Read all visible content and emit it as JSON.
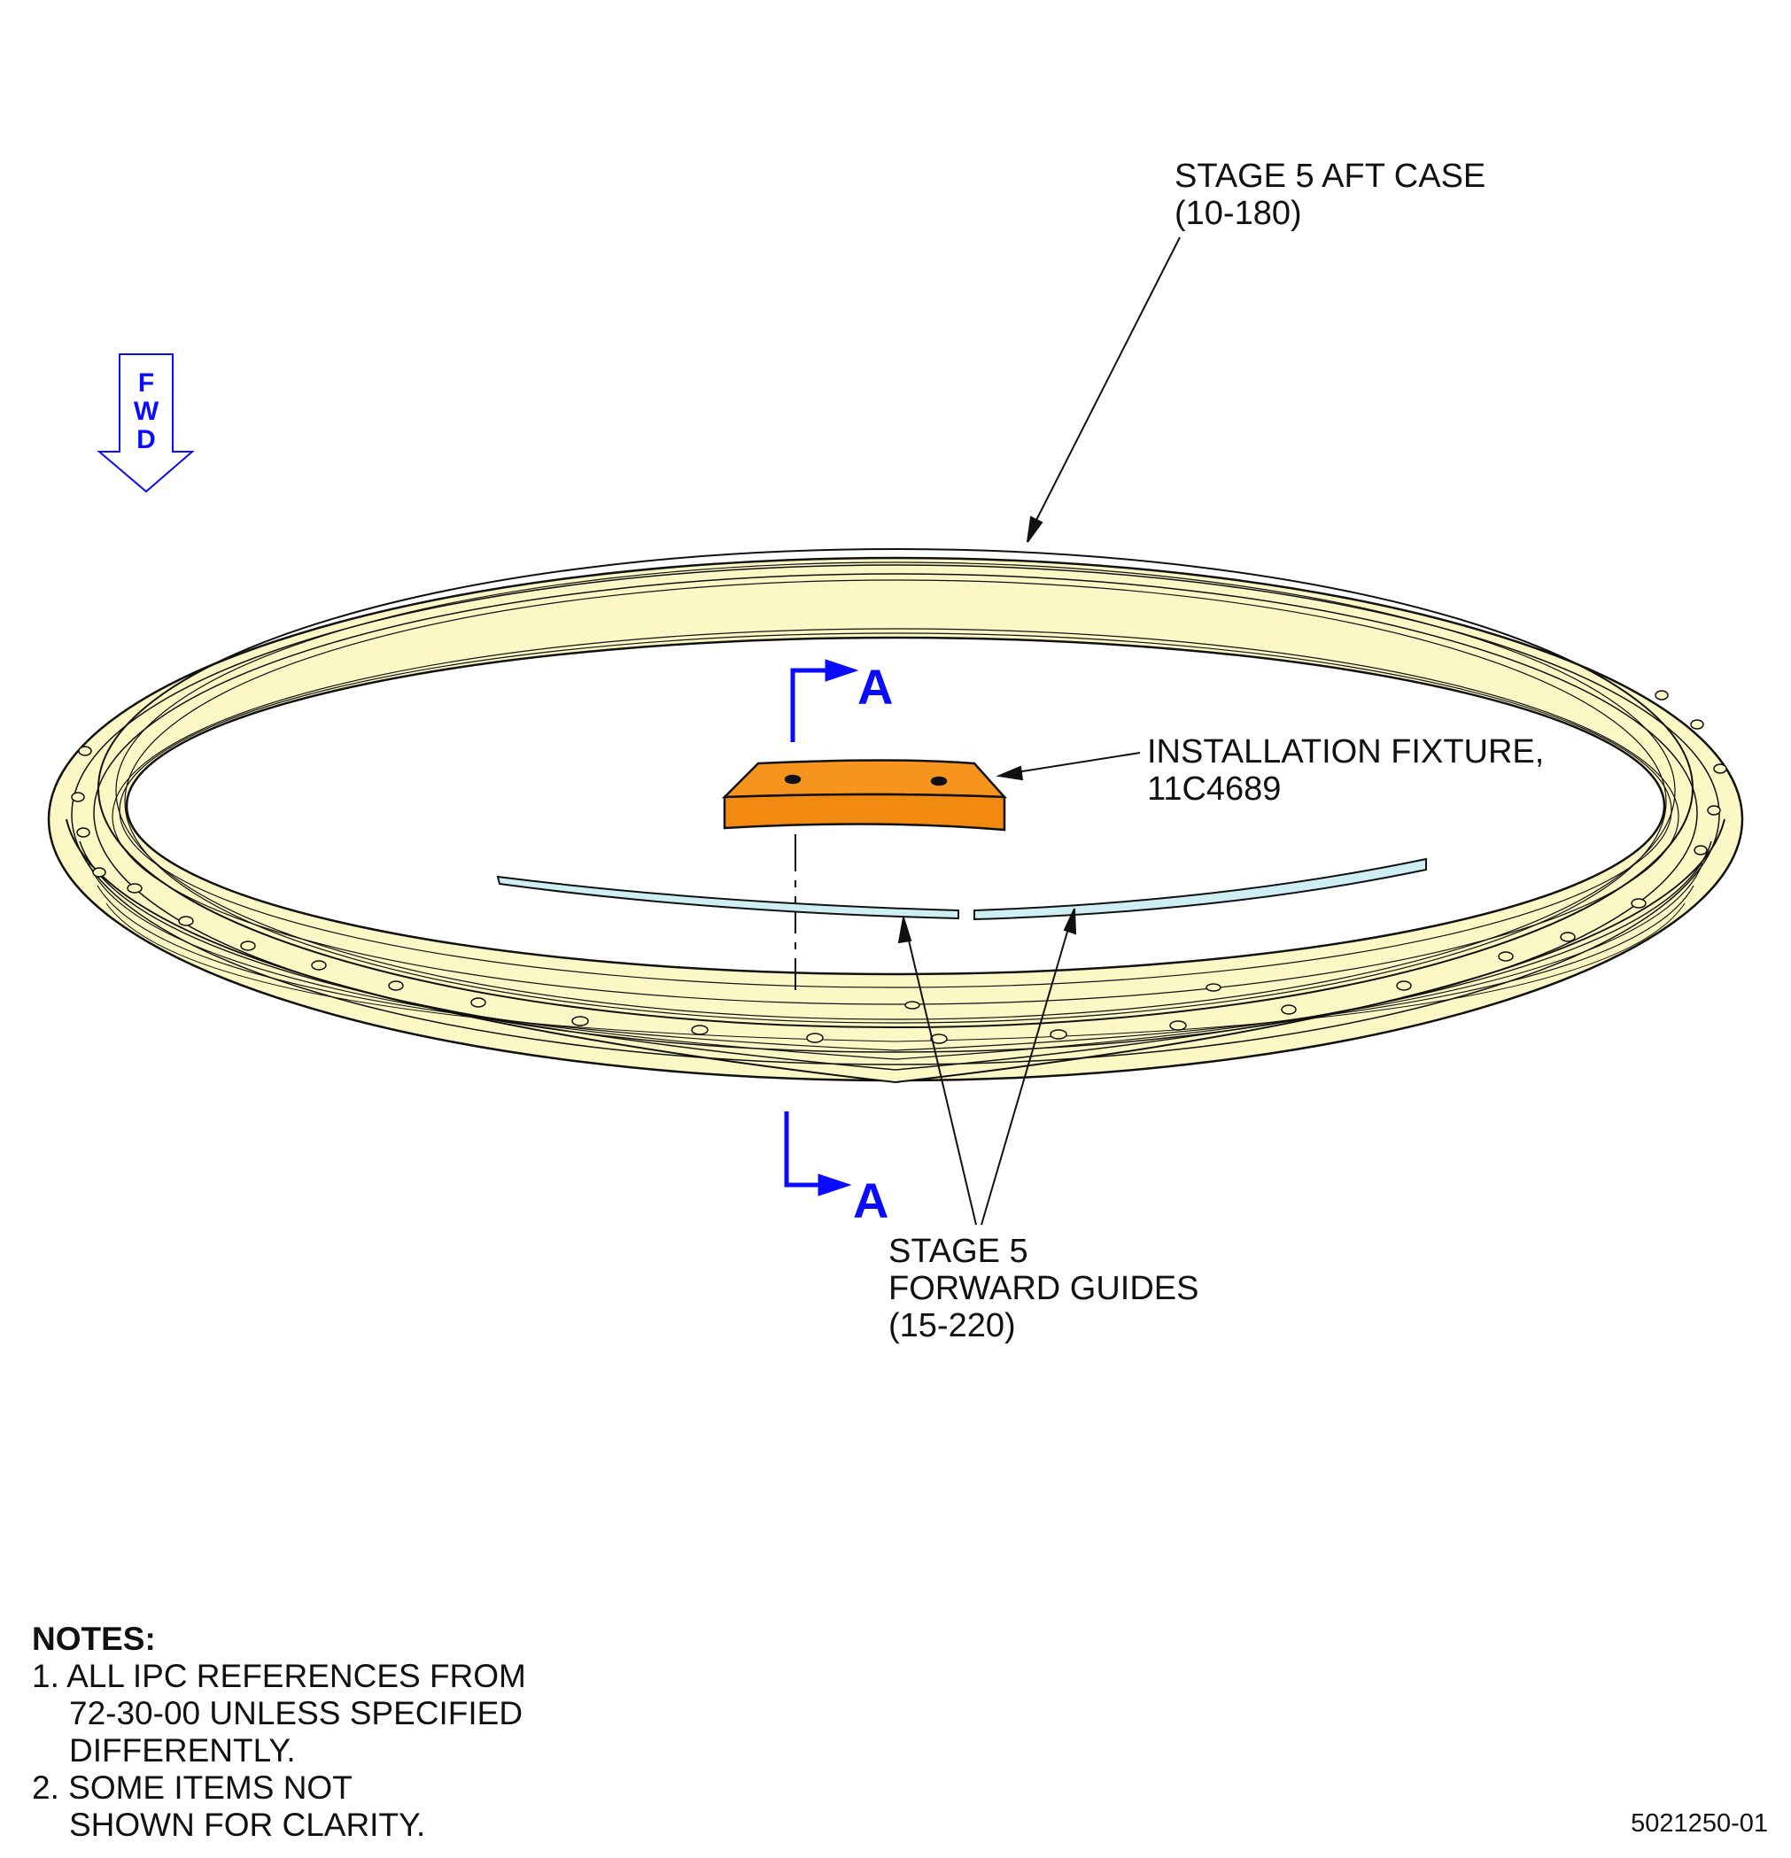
{
  "labels": {
    "aft_case": [
      "STAGE 5 AFT CASE",
      "(10-180)"
    ],
    "fixture": [
      "INSTALLATION FIXTURE,",
      "11C4689"
    ],
    "guides": [
      "STAGE 5",
      "FORWARD GUIDES",
      "(15-220)"
    ],
    "section_top": "A",
    "section_bottom": "A",
    "fwd": [
      "F",
      "W",
      "D"
    ]
  },
  "notes": {
    "title": "NOTES:",
    "lines": [
      "1. ALL IPC REFERENCES FROM",
      "72-30-00 UNLESS SPECIFIED",
      "DIFFERENTLY.",
      "2. SOME ITEMS NOT",
      "SHOWN FOR CLARITY."
    ]
  },
  "drawing_number": "5021250-01",
  "colors": {
    "case_fill": "#fbf8c6",
    "fixture_fill": "#f7941d",
    "guide_fill": "#cdeef3",
    "section_blue": "#0b0bff",
    "line": "#111111"
  }
}
